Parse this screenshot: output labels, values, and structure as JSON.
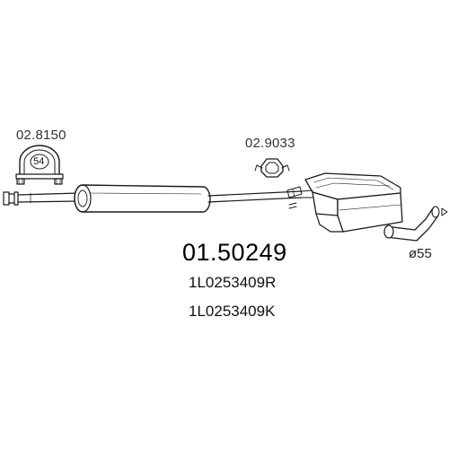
{
  "clamp": {
    "part_number": "02.8150",
    "size": "54"
  },
  "hanger": {
    "part_number": "02.9033"
  },
  "main_part_number": "01.50249",
  "oem_numbers": [
    "1L0253409R",
    "1L0253409K"
  ],
  "outlet_diameter": "ø55",
  "colors": {
    "line": "#1a1a1a",
    "background": "#ffffff"
  },
  "icons": {
    "clamp": "u-bolt-clamp-icon",
    "hanger": "rubber-hanger-icon",
    "muffler": "rear-muffler-box"
  }
}
